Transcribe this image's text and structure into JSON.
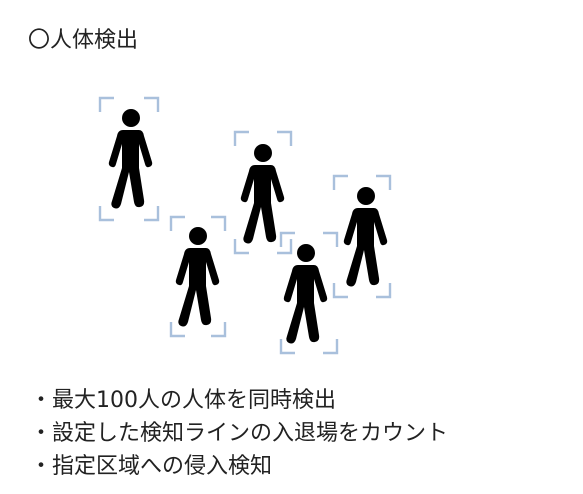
{
  "title": "〇人体検出",
  "bullets": [
    "・最大100人の人体を同時検出",
    "・設定した検知ラインの入退場をカウント",
    "・指定区域への侵入検知"
  ],
  "figure": {
    "person_icon": "walking-person-icon",
    "box_style": "detection-bracket-frame",
    "bracket_color": "#a9c0dc",
    "person_color": "#000000"
  }
}
